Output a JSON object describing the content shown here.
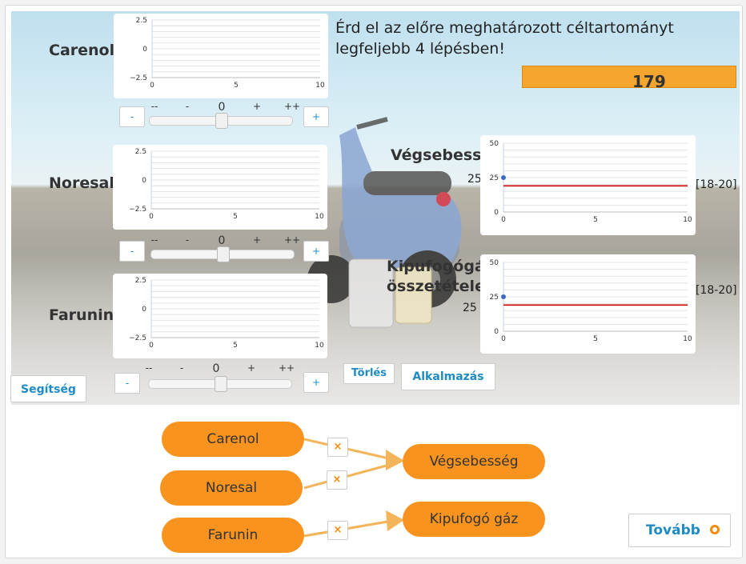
{
  "instruction": "Érd el az előre meghatározott céltartományt legfeljebb 4 lépésben!",
  "score": "179",
  "ingredients": [
    {
      "name": "Carenol",
      "value": "0"
    },
    {
      "name": "Noresal",
      "value": "0"
    },
    {
      "name": "Farunin",
      "value": "0"
    }
  ],
  "ingredient_chart_axes": {
    "y_ticks": [
      "2.5",
      "0",
      "−2.5"
    ],
    "x_ticks": [
      "0",
      "5",
      "10"
    ]
  },
  "slider_labels": [
    "--",
    "-",
    "0",
    "+",
    "++"
  ],
  "minus_label": "-",
  "plus_label": "+",
  "outputs": [
    {
      "label_lines": [
        "Végsebesség"
      ],
      "current": "25",
      "range": "[18-20]"
    },
    {
      "label_lines": [
        "Kipufogógáz",
        "összetétele"
      ],
      "current": "25",
      "range": "[18-20]"
    }
  ],
  "output_chart_axes": {
    "y_ticks": [
      "50",
      "25",
      "0"
    ],
    "x_ticks": [
      "0",
      "5",
      "10"
    ]
  },
  "buttons": {
    "clear": "Törlés",
    "apply": "Alkalmazás",
    "help": "Segítség",
    "next": "Tovább"
  },
  "diagram": {
    "inputs": [
      "Carenol",
      "Noresal",
      "Farunin"
    ],
    "outputs": [
      "Végsebesség",
      "Kipufogó gáz"
    ],
    "x_symbol": "×"
  },
  "colors": {
    "accent": "#f7931e",
    "link": "#1e8bc3",
    "target_line": "#cc0000"
  },
  "chart_data": [
    {
      "type": "line",
      "title": "Carenol",
      "x": [],
      "y": [],
      "xlim": [
        0,
        10
      ],
      "ylim": [
        -2.5,
        2.5
      ],
      "grid": true
    },
    {
      "type": "line",
      "title": "Noresal",
      "x": [],
      "y": [],
      "xlim": [
        0,
        10
      ],
      "ylim": [
        -2.5,
        2.5
      ],
      "grid": true
    },
    {
      "type": "line",
      "title": "Farunin",
      "x": [],
      "y": [],
      "xlim": [
        0,
        10
      ],
      "ylim": [
        -2.5,
        2.5
      ],
      "grid": true
    },
    {
      "type": "line",
      "title": "Végsebesség",
      "x": [
        0
      ],
      "y": [
        25
      ],
      "target": 19,
      "xlim": [
        0,
        10
      ],
      "ylim": [
        0,
        50
      ],
      "grid": true
    },
    {
      "type": "line",
      "title": "Kipufogógáz összetétele",
      "x": [
        0
      ],
      "y": [
        25
      ],
      "target": 19,
      "xlim": [
        0,
        10
      ],
      "ylim": [
        0,
        50
      ],
      "grid": true
    }
  ]
}
